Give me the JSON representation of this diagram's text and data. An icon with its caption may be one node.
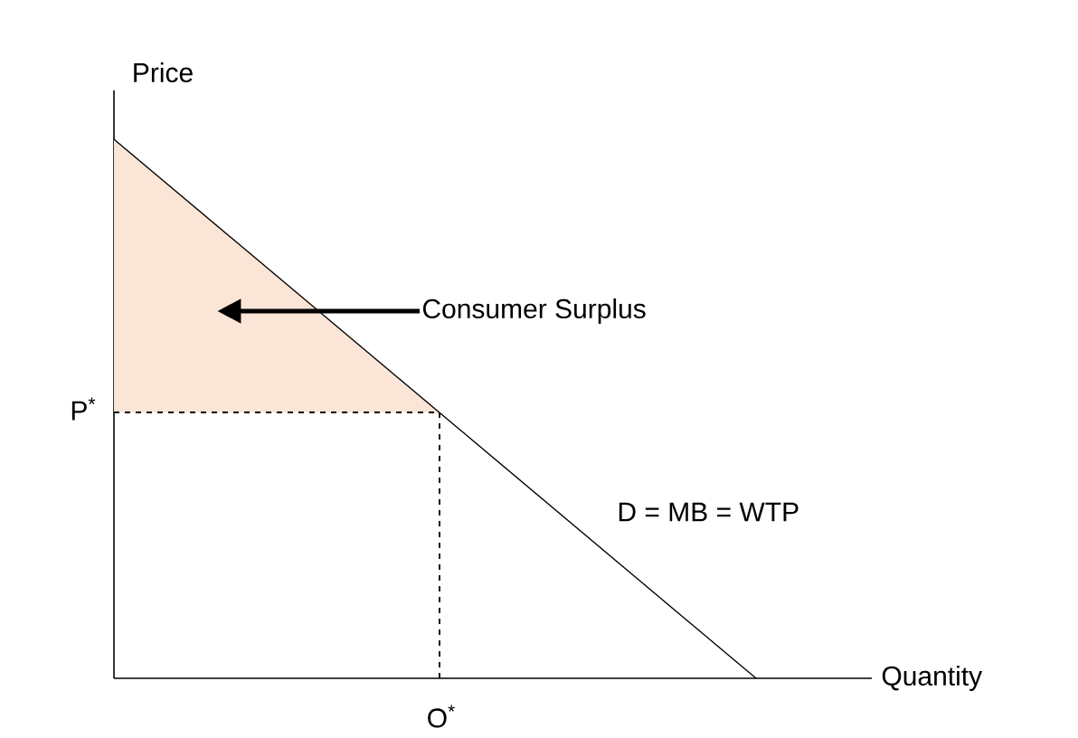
{
  "diagram": {
    "nodes": [
      {
        "text": [
          "Consumer Surplus"
        ]
      },
      {
        "text": [],
        "shape": "triangle"
      }
    ],
    "edges": [
      {
        "from": 0,
        "to": 1,
        "arrow": "to"
      }
    ],
    "labels": [
      "Price",
      "P$^{*}$",
      "D = MB = WTP",
      "Quantity",
      "O$^{*}$"
    ]
  }
}
